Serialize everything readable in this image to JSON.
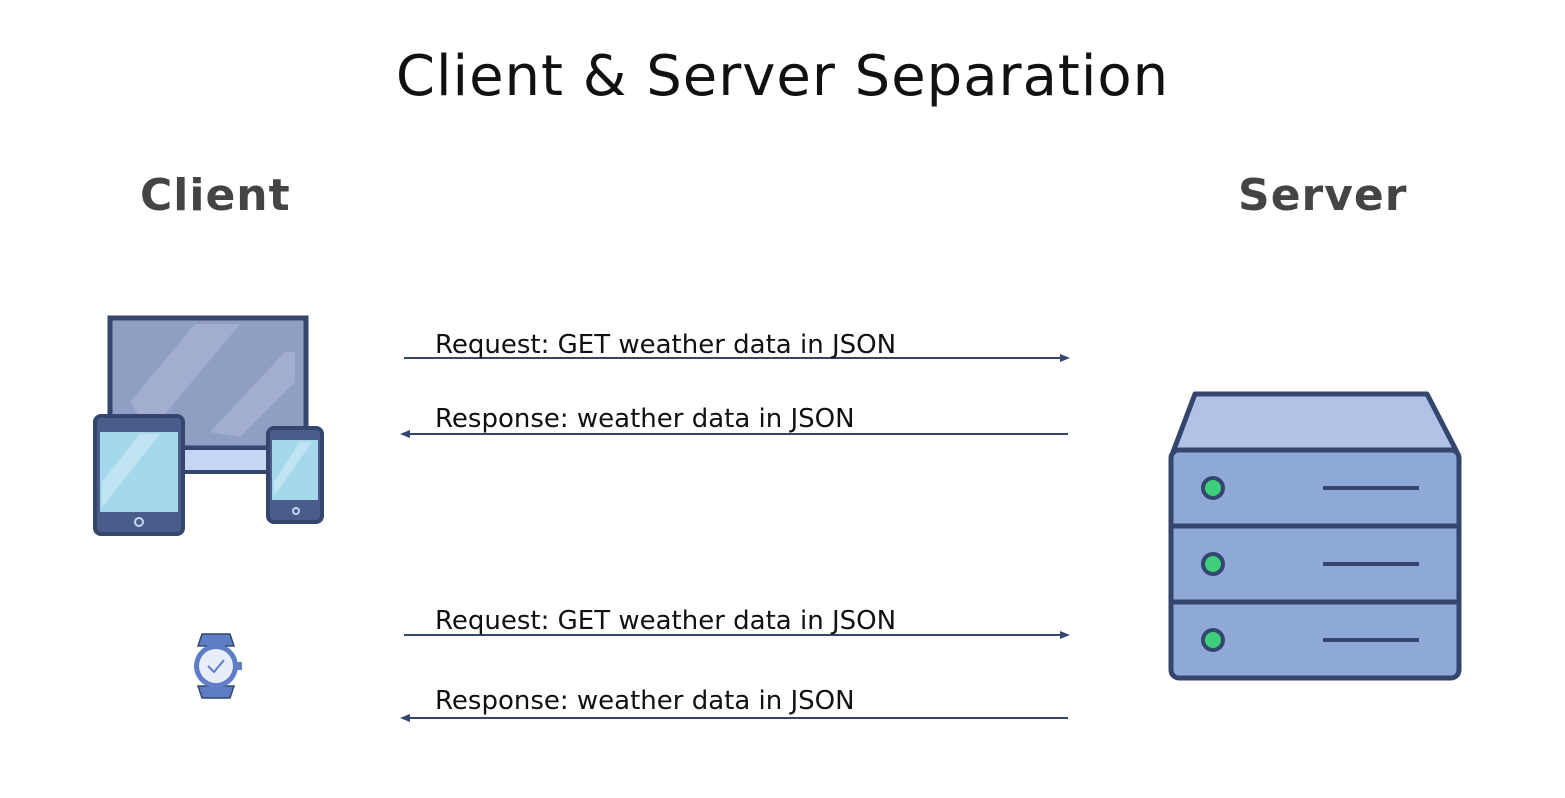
{
  "title": "Client & Server Separation",
  "client": {
    "heading": "Client",
    "icons": [
      "devices-icon",
      "smartwatch-icon"
    ]
  },
  "server": {
    "heading": "Server",
    "icon": "server-icon",
    "status_color": "#3ecf7a"
  },
  "exchanges": [
    {
      "request": "Request: GET weather data in JSON",
      "response": "Response: weather data in JSON"
    },
    {
      "request": "Request: GET weather data in JSON",
      "response": "Response: weather data in JSON"
    }
  ],
  "colors": {
    "outline": "#34466e",
    "device_body": "#8f9fc4",
    "screen": "#a6d8ec",
    "server_body": "#8ea8d8",
    "server_top": "#b0c3e6",
    "arrow": "#34466e"
  }
}
